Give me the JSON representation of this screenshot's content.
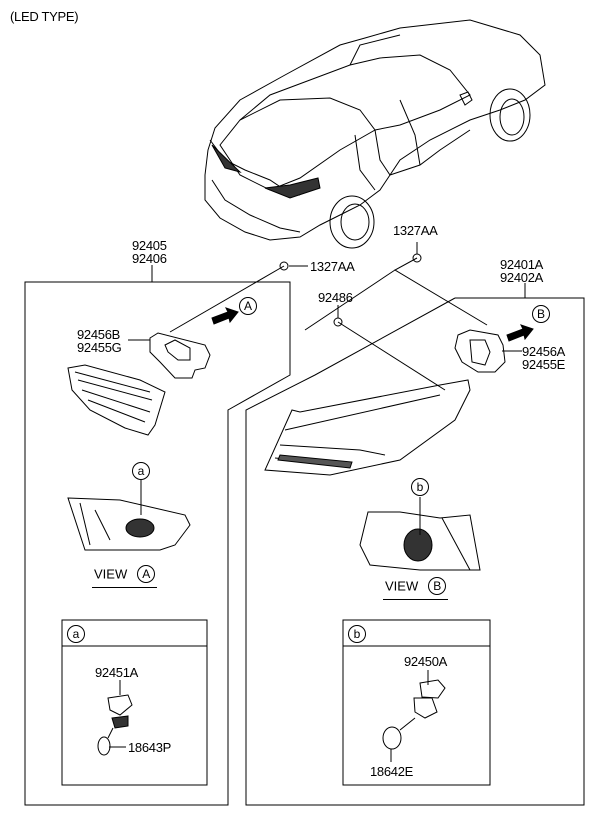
{
  "title": "(LED TYPE)",
  "parts": {
    "left_assembly": [
      "92405",
      "92406"
    ],
    "right_assembly": [
      "92401A",
      "92402A"
    ],
    "nut_left": "1327AA",
    "nut_right": "1327AA",
    "clip": "92486",
    "gasket_left": [
      "92456B",
      "92455G"
    ],
    "gasket_right": [
      "92456A",
      "92455E"
    ],
    "socket_a": "92451A",
    "bulb_a": "18643P",
    "socket_b": "92450A",
    "bulb_b": "18642E"
  },
  "markers": {
    "view_a": "A",
    "view_b": "B",
    "detail_a": "a",
    "detail_b": "b"
  },
  "views": {
    "view_a_label": "VIEW",
    "view_b_label": "VIEW"
  }
}
